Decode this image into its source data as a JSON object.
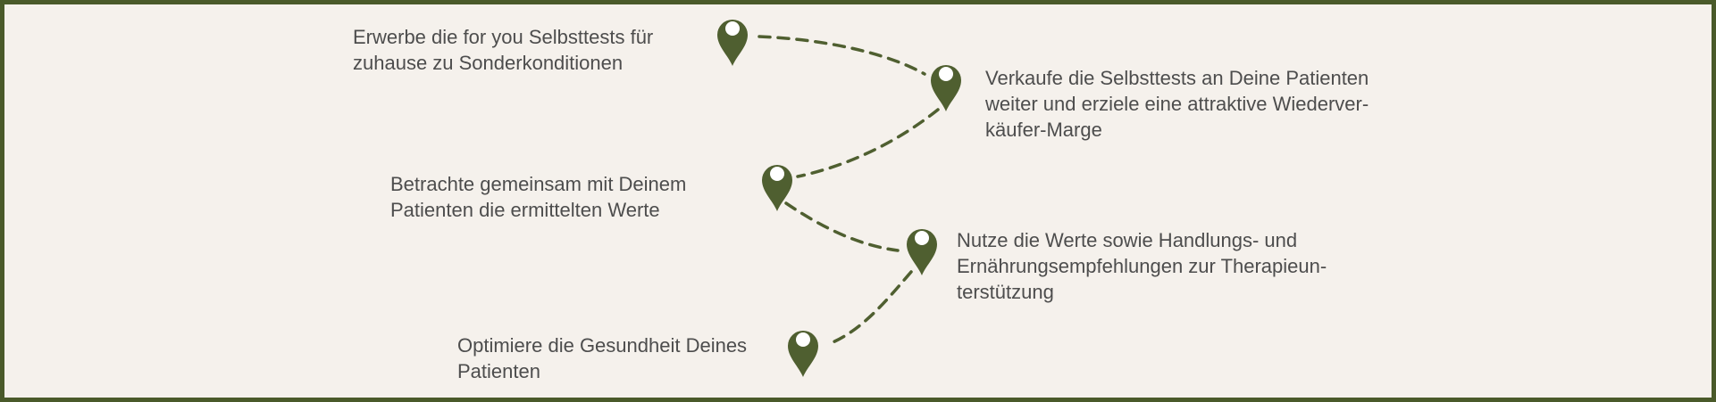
{
  "colors": {
    "background": "#f5f1ec",
    "border": "#4a5a2a",
    "pin": "#4f5f30",
    "text": "#4d4d4d"
  },
  "steps": [
    {
      "lines": [
        "Erwerbe die for you Selbsttests für",
        "zuhause zu Sonderkonditionen"
      ],
      "icon": "map-pin-icon"
    },
    {
      "lines": [
        "Verkaufe die Selbsttests an Deine Patienten",
        "weiter und erziele eine attraktive Wiederver-",
        "käufer-Marge"
      ],
      "icon": "map-pin-icon"
    },
    {
      "lines": [
        "Betrachte gemeinsam mit Deinem",
        "Patienten die ermittelten Werte"
      ],
      "icon": "map-pin-icon"
    },
    {
      "lines": [
        "Nutze die Werte sowie Handlungs- und",
        "Ernährungsempfehlungen zur Therapieun-",
        "terstützung"
      ],
      "icon": "map-pin-icon"
    },
    {
      "lines": [
        "Optimiere die Gesundheit Deines",
        "Patienten"
      ],
      "icon": "map-pin-icon"
    }
  ]
}
